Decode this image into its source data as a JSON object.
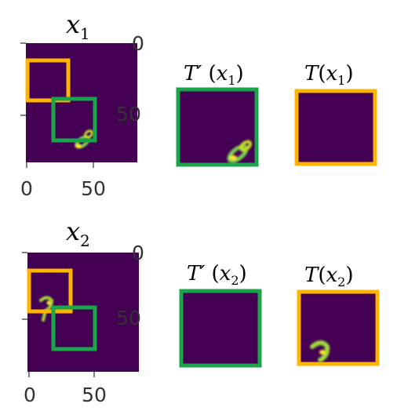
{
  "colors": {
    "background": "#ffffff",
    "field": "#440154",
    "crop_green": "#1aa54b",
    "crop_orange": "#ffb400",
    "blob_yellow": "#fde725",
    "blob_green": "#5ec962",
    "axis_text": "#333333"
  },
  "rows": [
    {
      "title": {
        "var": "x",
        "sub": "1"
      },
      "axis": {
        "x_ticks": [
          "0",
          "50"
        ],
        "y_ticks": [
          "0",
          "50"
        ]
      },
      "panels": [
        {
          "prefix": "T′",
          "var": "x",
          "sub": "1",
          "border": "green",
          "content": "blob"
        },
        {
          "prefix": "T",
          "var": "x",
          "sub": "1",
          "border": "orange",
          "content": "empty"
        }
      ]
    },
    {
      "title": {
        "var": "x",
        "sub": "2"
      },
      "axis": {
        "x_ticks": [
          "0",
          "50"
        ],
        "y_ticks": [
          "0",
          "50"
        ]
      },
      "panels": [
        {
          "prefix": "T′",
          "var": "x",
          "sub": "2",
          "border": "green",
          "content": "empty"
        },
        {
          "prefix": "T",
          "var": "x",
          "sub": "2",
          "border": "orange",
          "content": "blob"
        }
      ]
    }
  ]
}
